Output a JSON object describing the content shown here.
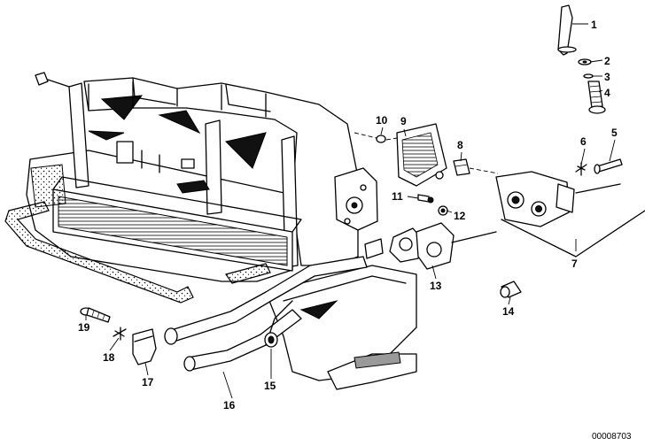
{
  "callouts": [
    {
      "id": "1",
      "label": "1"
    },
    {
      "id": "2",
      "label": "2"
    },
    {
      "id": "3",
      "label": "3"
    },
    {
      "id": "4",
      "label": "4"
    },
    {
      "id": "5",
      "label": "5"
    },
    {
      "id": "6",
      "label": "6"
    },
    {
      "id": "7",
      "label": "7"
    },
    {
      "id": "8",
      "label": "8"
    },
    {
      "id": "9",
      "label": "9"
    },
    {
      "id": "10",
      "label": "10"
    },
    {
      "id": "11",
      "label": "11"
    },
    {
      "id": "12",
      "label": "12"
    },
    {
      "id": "13",
      "label": "13"
    },
    {
      "id": "14",
      "label": "14"
    },
    {
      "id": "15",
      "label": "15"
    },
    {
      "id": "16",
      "label": "16"
    },
    {
      "id": "17",
      "label": "17"
    },
    {
      "id": "18",
      "label": "18"
    },
    {
      "id": "19",
      "label": "19"
    }
  ],
  "document_number": "00008703",
  "colors": {
    "ink": "#000000",
    "paper": "#ffffff",
    "shade": "#9a9a9a"
  }
}
